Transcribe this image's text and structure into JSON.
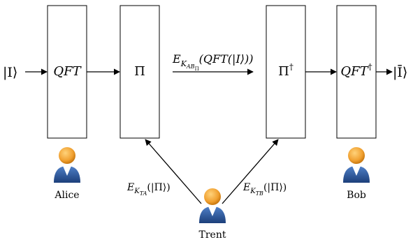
{
  "diagram": {
    "input_state": "|I⟩",
    "output_state": "|Ī⟩",
    "blocks": [
      {
        "id": "qft",
        "label": "QFT",
        "italic": true
      },
      {
        "id": "pi",
        "label": "Π",
        "italic": false
      },
      {
        "id": "pi_dagger",
        "label": "Π",
        "sup": "†",
        "italic": false
      },
      {
        "id": "qft_dagger",
        "label": "QFT",
        "sup": "†",
        "italic": true
      }
    ],
    "channel_label": {
      "E": "E",
      "sub_main": "K",
      "sub_sub": "AB",
      "sub_sub_sub": "Π",
      "arg": "(QFT(|I⟩))"
    },
    "trent_to_alice_label": {
      "E": "E",
      "sub_main": "K",
      "sub_sub": "TA",
      "arg": "(|Π⟩)"
    },
    "trent_to_bob_label": {
      "E": "E",
      "sub_main": "K",
      "sub_sub": "TB",
      "arg": "(|Π⟩)"
    },
    "parties": [
      {
        "id": "alice",
        "name": "Alice"
      },
      {
        "id": "trent",
        "name": "Trent"
      },
      {
        "id": "bob",
        "name": "Bob"
      }
    ],
    "colors": {
      "head": "#F0A030",
      "head_shade": "#C87810",
      "body": "#2E5FA8",
      "body_shade": "#1C3F7A",
      "collar": "#ffffff",
      "line": "#000000"
    }
  }
}
